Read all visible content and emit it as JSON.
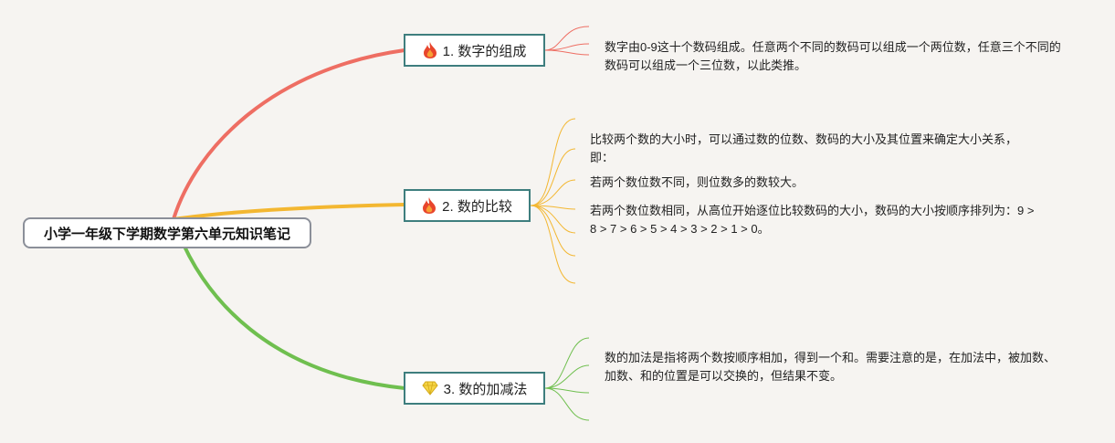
{
  "root": {
    "title": "小学一年级下学期数学第六单元知识笔记"
  },
  "branches": [
    {
      "label": "1. 数字的组成",
      "icon": "fire-icon",
      "color": "#ee6e63",
      "notes": [
        "数字由0-9这十个数码组成。任意两个不同的数码可以组成一个两位数，任意三个不同的数码可以组成一个三位数，以此类推。"
      ]
    },
    {
      "label": "2. 数的比较",
      "icon": "fire-icon",
      "color": "#f3b731",
      "notes": [
        "比较两个数的大小时，可以通过数的位数、数码的大小及其位置来确定大小关系，即：",
        "若两个数位数不同，则位数多的数较大。",
        "若两个数位数相同，从高位开始逐位比较数码的大小，数码的大小按顺序排列为：9 > 8 > 7 > 6 > 5 > 4 > 3 > 2 > 1 > 0。"
      ]
    },
    {
      "label": "3. 数的加减法",
      "icon": "diamond-icon",
      "color": "#6fbf4f",
      "notes": [
        "数的加法是指将两个数按顺序相加，得到一个和。需要注意的是，在加法中，被加数、加数、和的位置是可以交换的，但结果不变。"
      ]
    }
  ]
}
